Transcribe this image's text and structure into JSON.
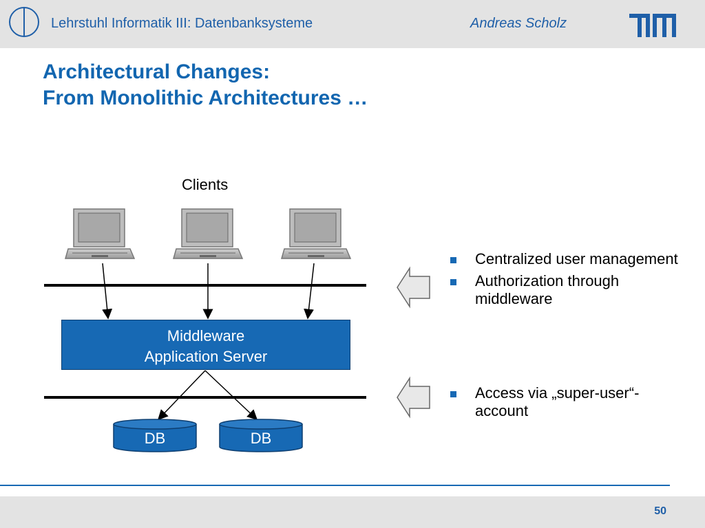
{
  "header": {
    "department": "Lehrstuhl Informatik III: Datenbanksysteme",
    "author": "Andreas Scholz",
    "logo_icon": "tum-logo-icon",
    "seal_icon": "university-seal-icon"
  },
  "title": {
    "line1": "Architectural Changes:",
    "line2": "From Monolithic Architectures …"
  },
  "diagram": {
    "clients_label": "Clients",
    "middleware_line1": "Middleware",
    "middleware_line2": "Application Server",
    "databases": [
      "DB",
      "DB"
    ]
  },
  "bullets": [
    "Centralized user management",
    "Authorization through middleware",
    "Access via „super-user“-account"
  ],
  "footer": {
    "page_number": "50"
  },
  "colors": {
    "accent": "#1769b4",
    "title": "#1266b0",
    "header_bg": "#e3e3e3"
  }
}
